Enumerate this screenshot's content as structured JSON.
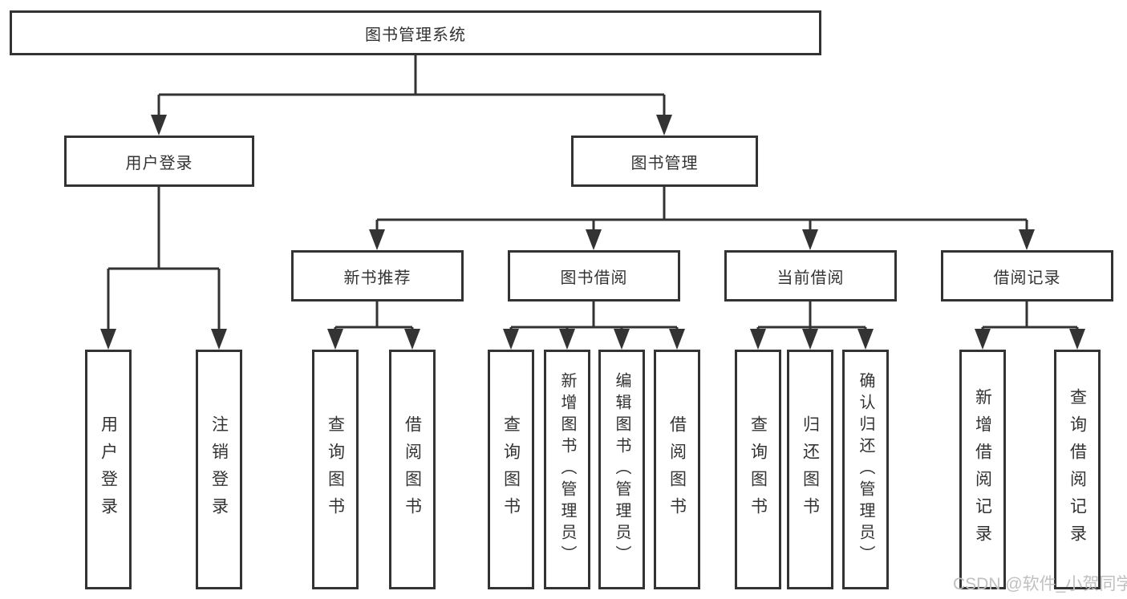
{
  "colors": {
    "line": "#333333",
    "text": "#333333",
    "box_background": "#ffffff",
    "watermark": "#c0c0c0"
  },
  "watermark": {
    "text": "CSDN @软件_小贺同学"
  },
  "tree": {
    "label": "图书管理系统",
    "children": [
      {
        "label": "用户登录",
        "children": [
          {
            "label": "用户登录"
          },
          {
            "label": "注销登录"
          }
        ]
      },
      {
        "label": "图书管理",
        "children": [
          {
            "label": "新书推荐",
            "children": [
              {
                "label": "查询图书"
              },
              {
                "label": "借阅图书"
              }
            ]
          },
          {
            "label": "图书借阅",
            "children": [
              {
                "label": "查询图书"
              },
              {
                "label": "新增图书（管理员）"
              },
              {
                "label": "编辑图书（管理员）"
              },
              {
                "label": "借阅图书"
              }
            ]
          },
          {
            "label": "当前借阅",
            "children": [
              {
                "label": "查询图书"
              },
              {
                "label": "归还图书"
              },
              {
                "label": "确认归还（管理员）"
              }
            ]
          },
          {
            "label": "借阅记录",
            "children": [
              {
                "label": "新增借阅记录"
              },
              {
                "label": "查询借阅记录"
              }
            ]
          }
        ]
      }
    ]
  }
}
